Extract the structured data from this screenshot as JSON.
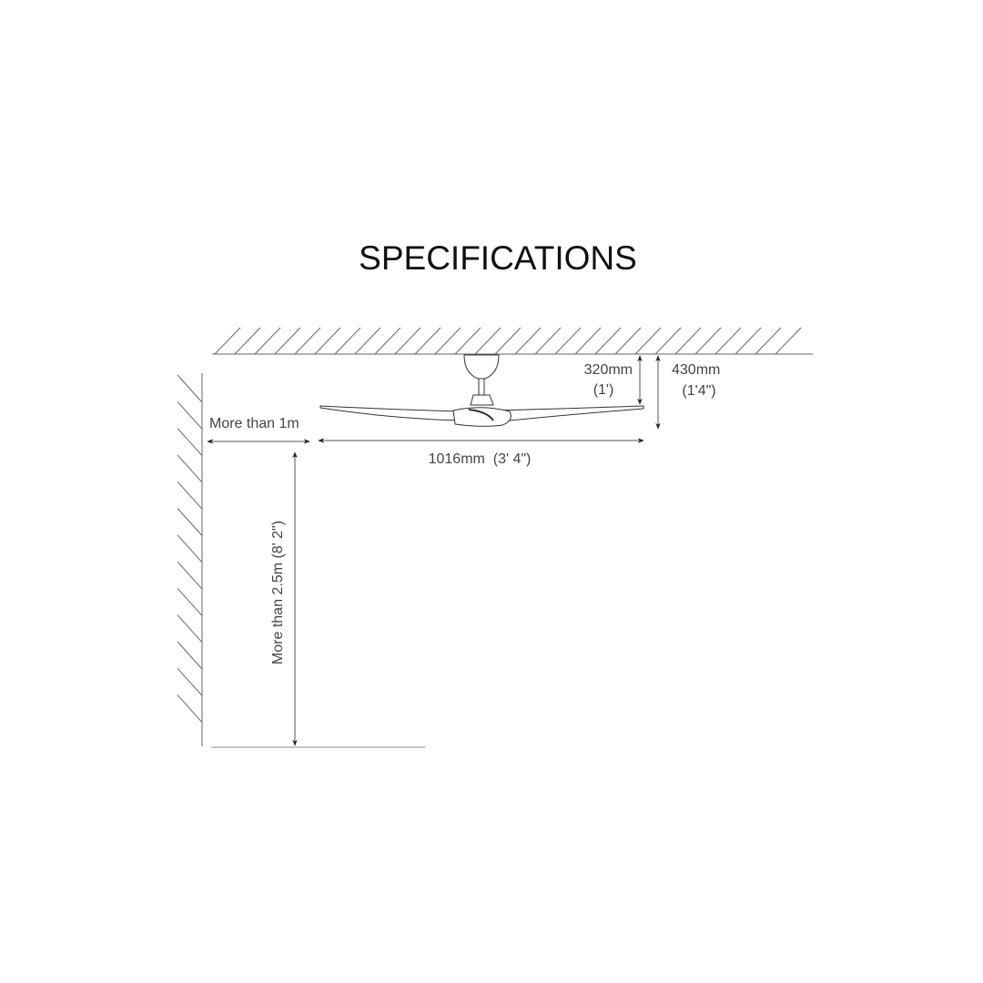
{
  "title": "SPECIFICATIONS",
  "dimensions": {
    "wall_clearance": "More than 1m",
    "floor_clearance": "More than 2.5m (8' 2\")",
    "blade_span": "1016mm  (3' 4\")",
    "blade_height_mm": "320mm",
    "blade_height_ft": "(1')",
    "total_height_mm": "430mm",
    "total_height_ft": "(1'4\")"
  },
  "colors": {
    "line": "#555555",
    "text": "#444444",
    "title": "#111111"
  }
}
